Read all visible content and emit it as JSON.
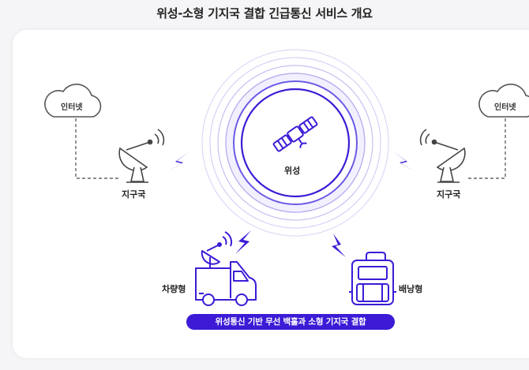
{
  "title": "위성-소형 기지국 결합 긴급통신 서비스 개요",
  "nodes": {
    "satellite": "위성",
    "cloud_left": "인터넷",
    "cloud_right": "인터넷",
    "station_left": "지구국",
    "station_right": "지구국",
    "vehicle": "차량형",
    "backpack": "배낭형"
  },
  "banner": "위성통신 기반 무선 백홀과 소형 기지국 결합",
  "colors": {
    "accent": "#3d1bd6",
    "ring": "#5a46e0",
    "line": "#555555"
  }
}
